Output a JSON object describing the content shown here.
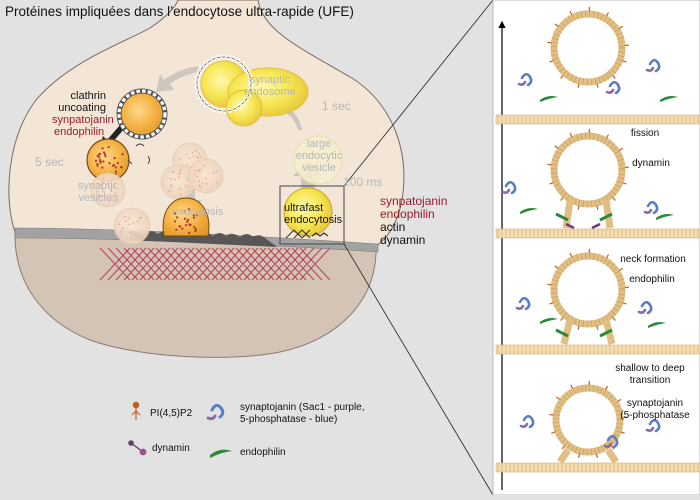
{
  "title": "Protéines impliquées dans l’endocytose ultra-rapide (UFE)",
  "left_panel": {
    "clathrin_uncoating": [
      "clathrin",
      "uncoating"
    ],
    "synaptojanin": "synpatojanin",
    "endophilin": "endophilin",
    "time_5sec": "5 sec",
    "time_1sec": "1 sec",
    "time_100ms": "100 ms",
    "synaptic_endosome": [
      "synaptic",
      "endosome"
    ],
    "large_endocytic_vesicle": [
      "large",
      "endocytic",
      "vesicle"
    ],
    "synaptic_vesicles": [
      "synaptic",
      "vesicles"
    ],
    "exocytosis": "exocytosis",
    "ultrafast_endocytosis": [
      "ultrafast",
      "endocytosis"
    ],
    "proteins": [
      "synpatojanin",
      "endophilin",
      "actin",
      "dynamin"
    ]
  },
  "right_panel": {
    "stages": [
      "fission",
      "dynamin",
      "neck formation",
      "endophilin",
      "shallow to deep",
      "transition",
      "synaptojanin",
      "(5-phosphatase"
    ]
  },
  "legend": {
    "pip2": "PI(4,5)P2",
    "dynamin": "dynamin",
    "synaptojanin": [
      "synaptojanin (Sac1 - purple,",
      "5-phosphatase - blue)"
    ],
    "endophilin": "endophilin"
  },
  "colors": {
    "background": "#e2e2e2",
    "terminal": "#f4e6d7",
    "membrane": "#a2a2a2",
    "bulb": "#d3c4b6",
    "red_label": "#9a1a2a",
    "grey_label": "#b6b6b6",
    "vesicle_yellow": "#f5e34d",
    "vesicle_orange": "#f2b245",
    "lipid_head": "#f0c98a",
    "crosshatch": "#b5475b",
    "dynamin": "#6d3a74",
    "endophilin": "#2d8a3a",
    "synaptojanin_sac1": "#8a6aa8",
    "synaptojanin_5ptase": "#5a7ec4",
    "pip2": "#c95b1a"
  }
}
